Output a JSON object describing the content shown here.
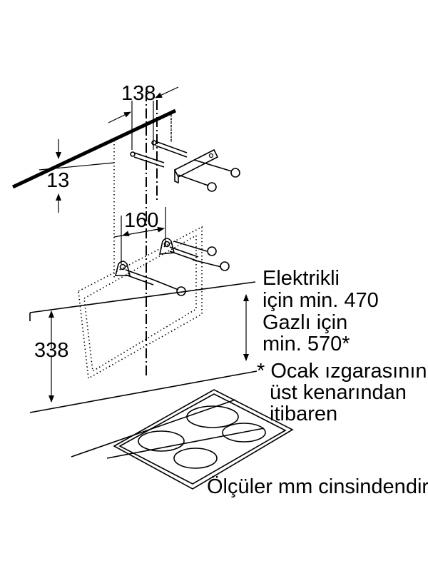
{
  "dimensions": {
    "top_spacing": "138",
    "top_offset": "13",
    "middle_spacing": "160",
    "height": "338"
  },
  "note": {
    "line1": "Elektrikli",
    "line2": "için min. 470",
    "line3": "Gazlı için",
    "line4": "min. 570*"
  },
  "footnote": {
    "line1": "* Ocak ızgarasının",
    "line2": "üst kenarından",
    "line3": "itibaren"
  },
  "units_note": "Ölçüler mm cinsindendir",
  "colors": {
    "ink": "#000000",
    "background": "#ffffff"
  }
}
